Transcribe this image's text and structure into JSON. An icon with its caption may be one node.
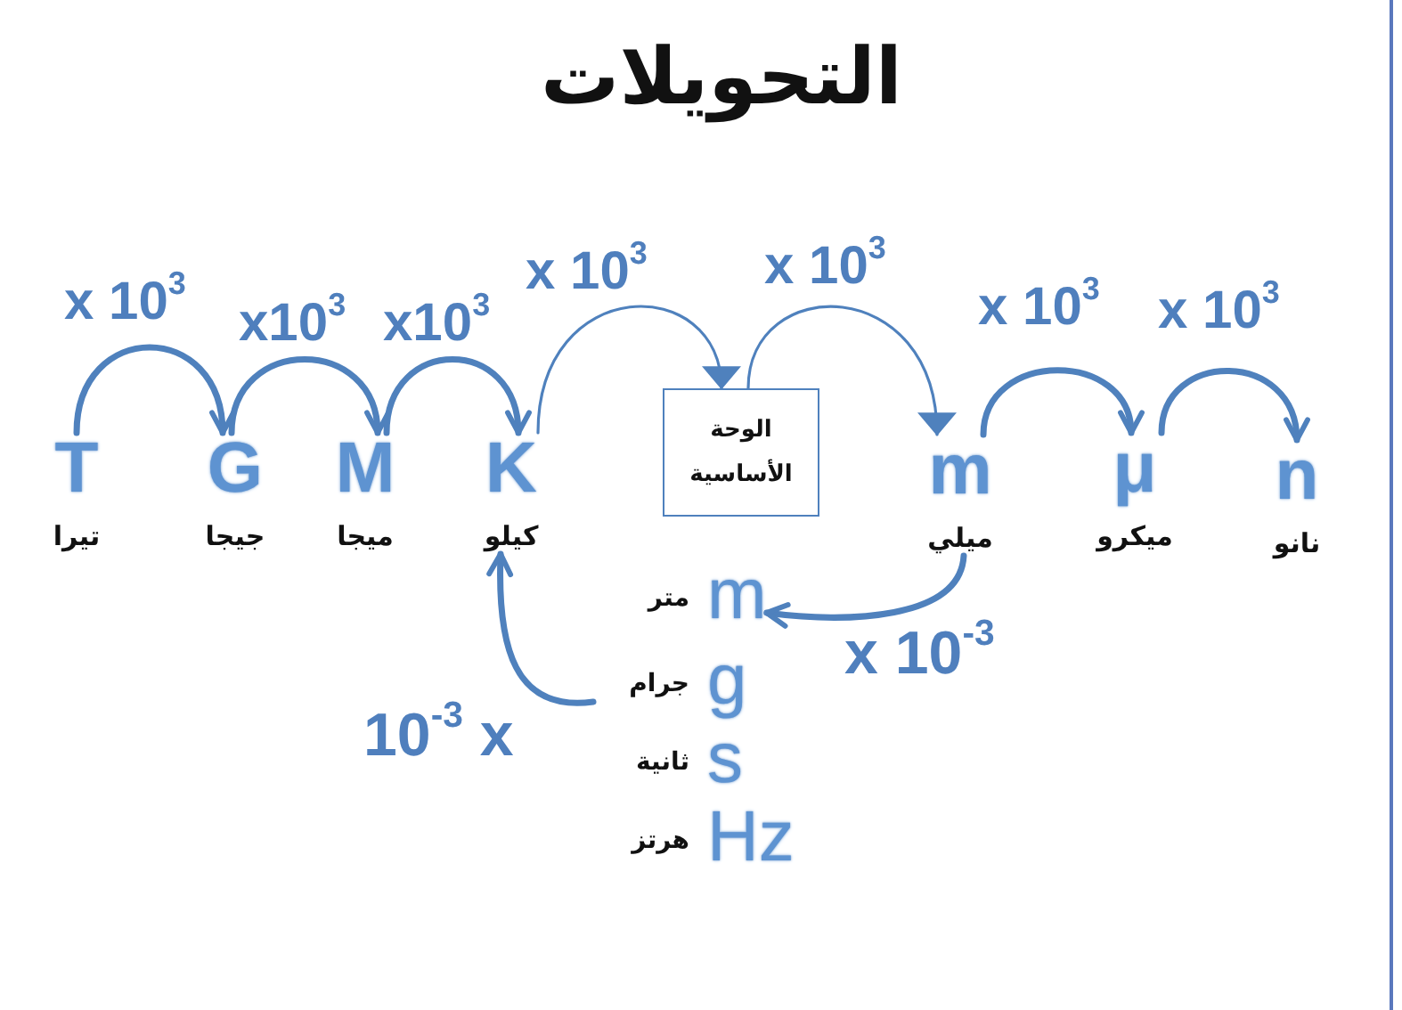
{
  "diagram": {
    "title": "التحويلات",
    "nodes": [
      {
        "text": [
          "T",
          "تيرا"
        ]
      },
      {
        "text": [
          "G",
          "جيجا"
        ]
      },
      {
        "text": [
          "M",
          "ميجا"
        ]
      },
      {
        "text": [
          "K",
          "كيلو"
        ]
      },
      {
        "text": [
          "الوحة الأساسية"
        ]
      },
      {
        "text": [
          "m",
          "ميلي"
        ]
      },
      {
        "text": [
          "μ",
          "ميكرو"
        ]
      },
      {
        "text": [
          "n",
          "نانو"
        ]
      },
      {
        "text": [
          "m",
          "متر"
        ]
      },
      {
        "text": [
          "g",
          "جرام"
        ]
      },
      {
        "text": [
          "s",
          "ثانية"
        ]
      },
      {
        "text": [
          "Hz",
          "هرتز"
        ]
      }
    ],
    "edges": [
      {
        "from": 0,
        "to": 1,
        "arrow": "to",
        "label": "x 10$^{3}$"
      },
      {
        "from": 1,
        "to": 2,
        "arrow": "to",
        "label": "x10$^{3}$"
      },
      {
        "from": 2,
        "to": 3,
        "arrow": "to",
        "label": "x10$^{3}$"
      },
      {
        "from": 3,
        "to": 4,
        "arrow": "to",
        "label": "x 10$^{3}$"
      },
      {
        "from": 4,
        "to": 5,
        "arrow": "to",
        "label": "x 10$^{3}$"
      },
      {
        "from": 5,
        "to": 6,
        "arrow": "to",
        "label": "x 10$^{3}$"
      },
      {
        "from": 6,
        "to": 7,
        "arrow": "to",
        "label": "x 10$^{3}$"
      },
      {
        "from": 5,
        "to": 8,
        "arrow": "to",
        "label": "x 10$^{-3}$"
      },
      {
        "from": 9,
        "to": 3,
        "arrow": "to",
        "label": "10$^{-3}$ x"
      }
    ]
  }
}
